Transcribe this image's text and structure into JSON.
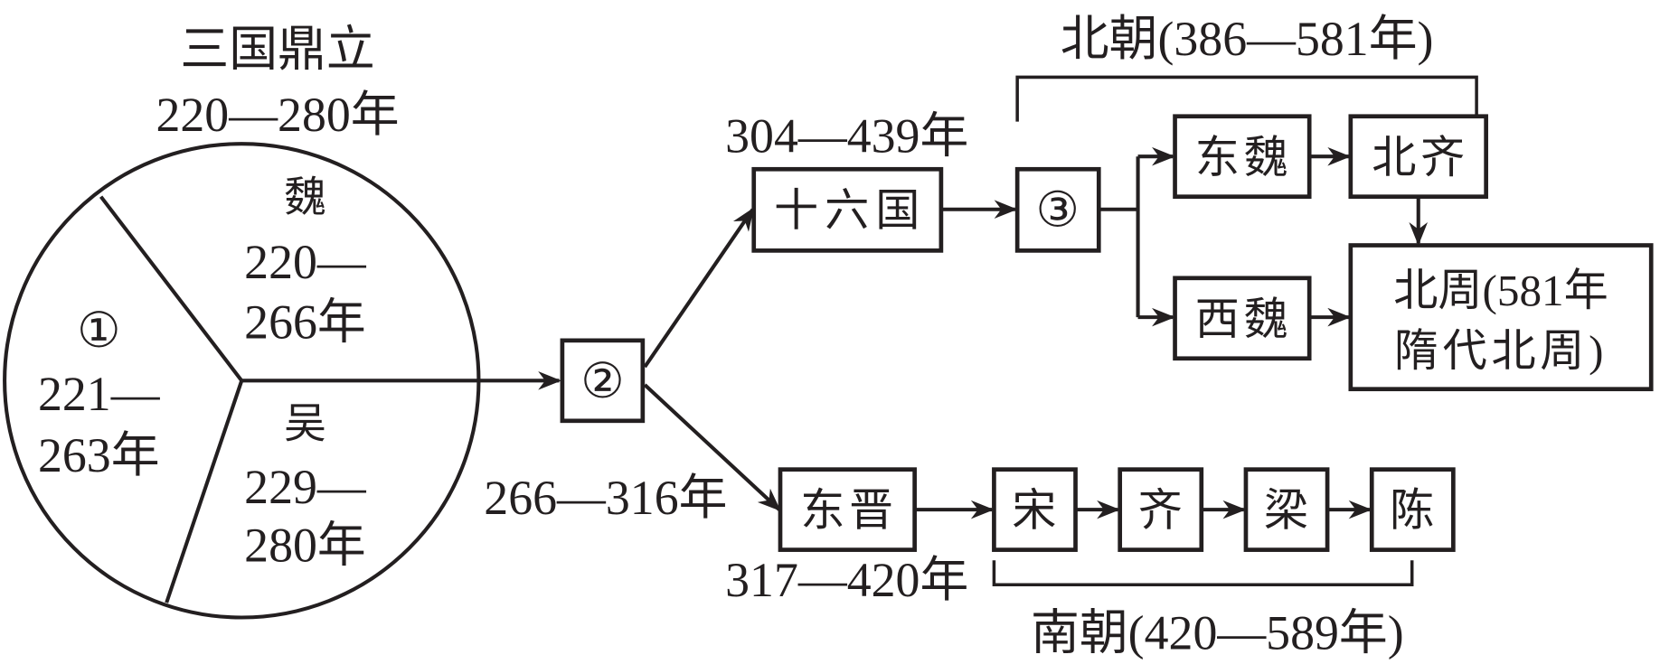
{
  "title": {
    "line1": "三国鼎立",
    "line2": "220—280年"
  },
  "three_kingdoms": {
    "shu": {
      "label": "①",
      "years_a": "221—",
      "years_b": "263年"
    },
    "wei": {
      "label": "魏",
      "years_a": "220—",
      "years_b": "266年"
    },
    "wu": {
      "label": "吴",
      "years_a": "229—",
      "years_b": "280年"
    }
  },
  "node2": {
    "label": "②",
    "years": "266—316年"
  },
  "sixteen": {
    "label": "十六国",
    "years": "304—439年"
  },
  "node3": {
    "label": "③"
  },
  "north": {
    "bracket_label": "北朝(386—581年)",
    "east_wei": "东魏",
    "north_qi": "北齐",
    "west_wei": "西魏",
    "north_zhou_line1": "北周(581年",
    "north_zhou_line2": "隋代北周)"
  },
  "south": {
    "east_jin": "东晋",
    "east_jin_years": "317—420年",
    "song": "宋",
    "qi": "齐",
    "liang": "梁",
    "chen": "陈",
    "bracket_label": "南朝(420—589年)"
  },
  "colors": {
    "ink": "#231f20",
    "background": "#ffffff"
  }
}
